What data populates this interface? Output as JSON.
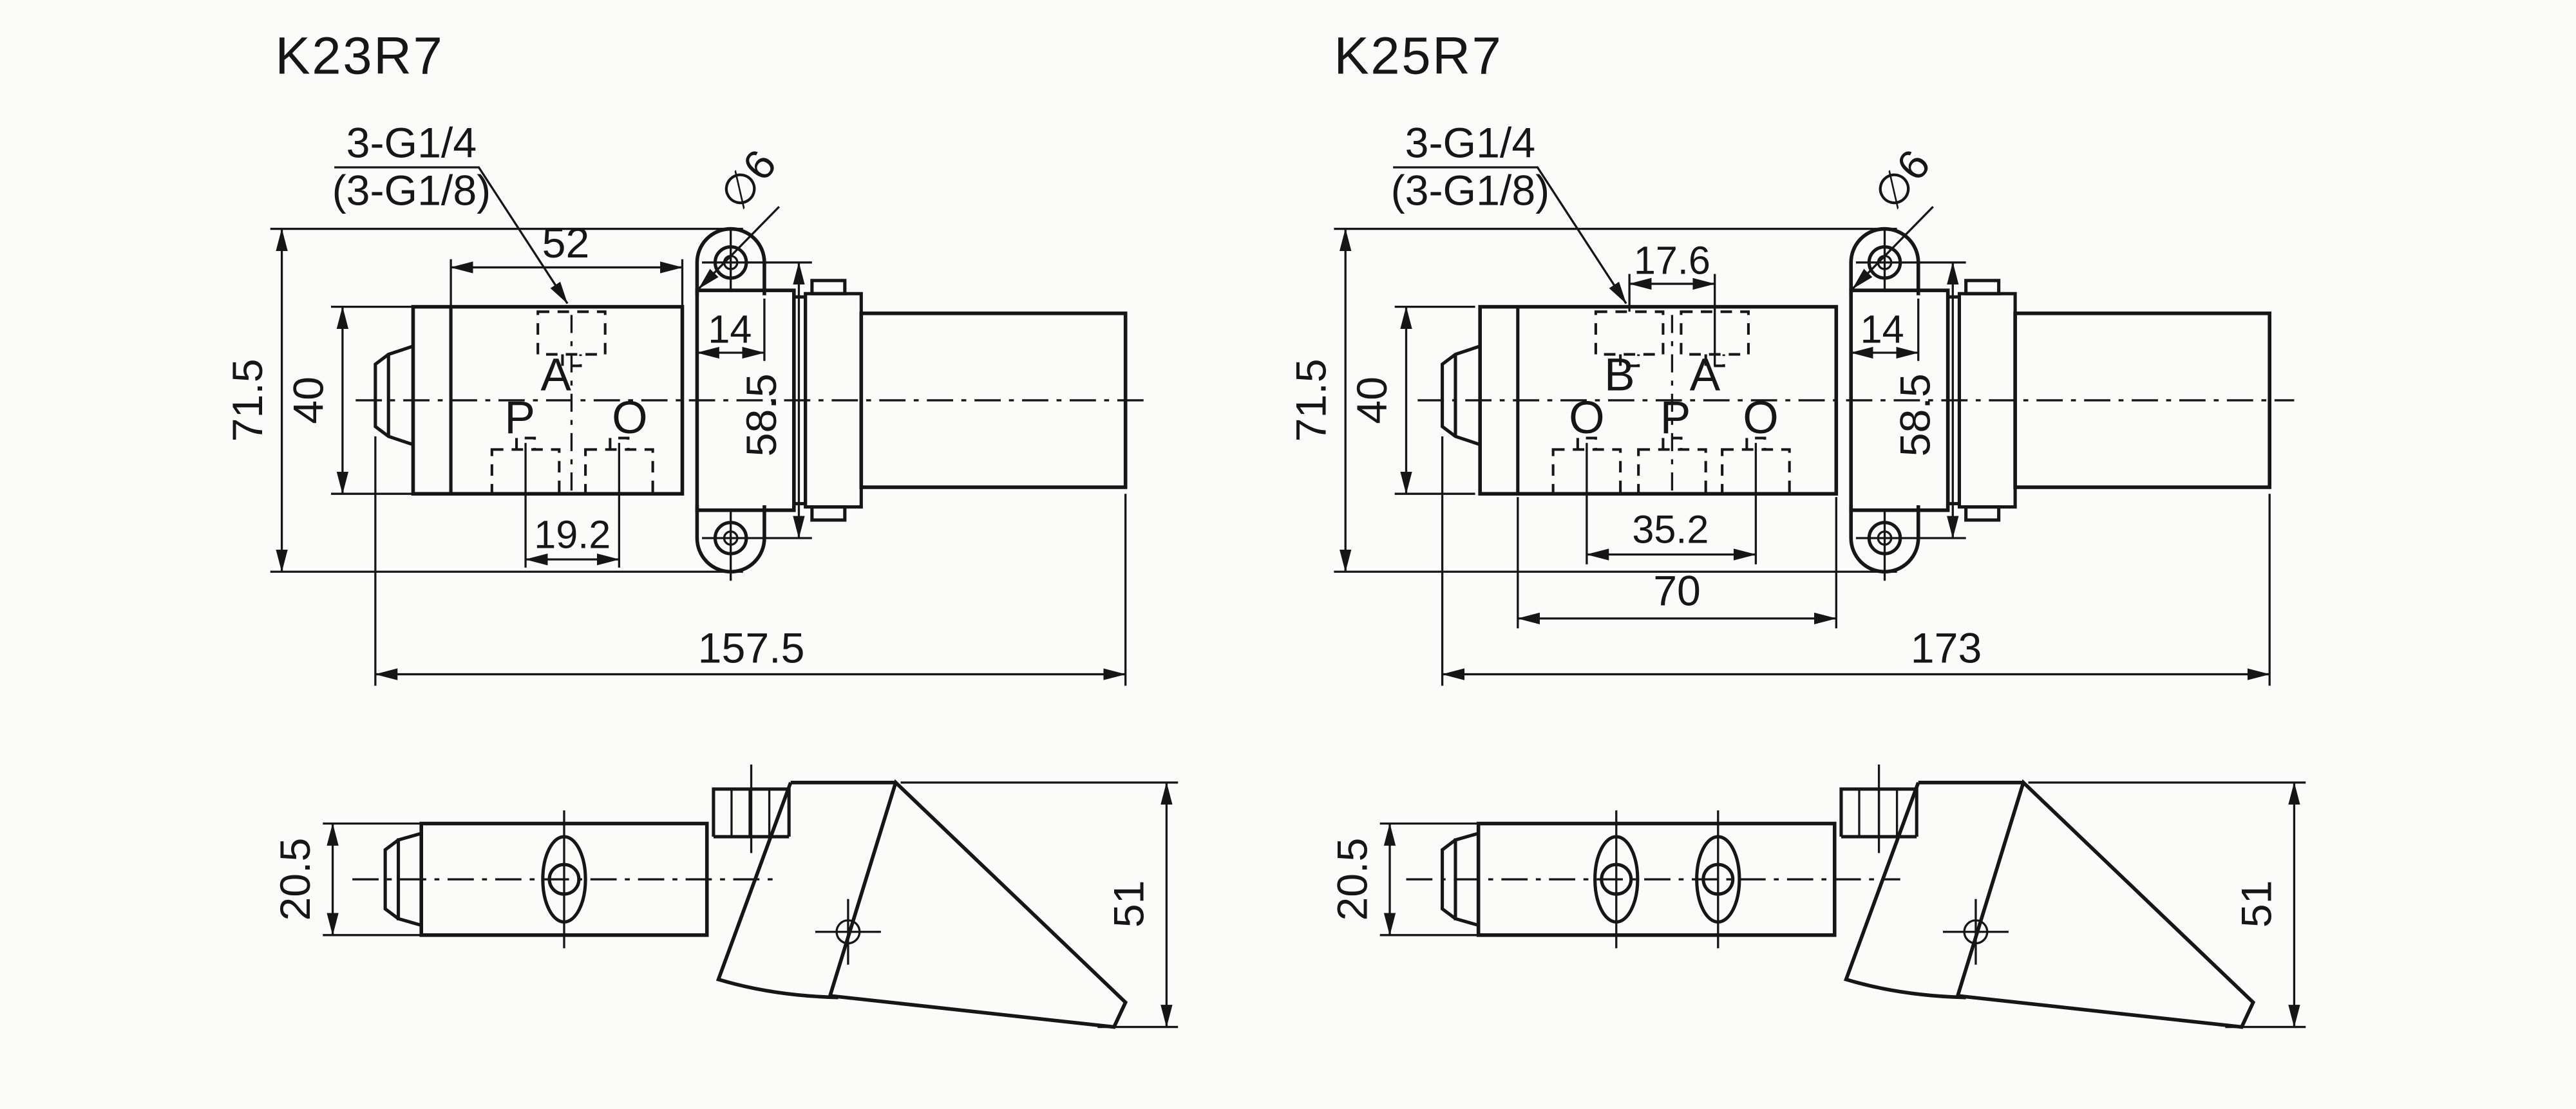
{
  "colors": {
    "ink": "#161616",
    "paper": "#fbfbf9"
  },
  "drawings": {
    "k23r7": {
      "title": "K23R7",
      "thread_label": "3-G1/4",
      "thread_label_alt": "(3-G1/8)",
      "hole_label": "∅6",
      "dims": {
        "d52": "52",
        "d14": "14",
        "d40": "40",
        "d71_5": "71.5",
        "d58_5": "58.5",
        "d19_2": "19.2",
        "d157_5": "157.5"
      },
      "ports": {
        "top": [
          "A"
        ],
        "bottom": [
          "P",
          "O"
        ]
      },
      "side": {
        "d20_5": "20.5",
        "d51": "51"
      }
    },
    "k25r7": {
      "title": "K25R7",
      "thread_label": "3-G1/4",
      "thread_label_alt": "(3-G1/8)",
      "hole_label": "∅6",
      "dims": {
        "d17_6": "17.6",
        "d14": "14",
        "d40": "40",
        "d71_5": "71.5",
        "d58_5": "58.5",
        "d35_2": "35.2",
        "d70": "70",
        "d173": "173"
      },
      "ports": {
        "top": [
          "B",
          "A"
        ],
        "bottom": [
          "O",
          "P",
          "O"
        ]
      },
      "side": {
        "d20_5": "20.5",
        "d51": "51"
      }
    }
  }
}
